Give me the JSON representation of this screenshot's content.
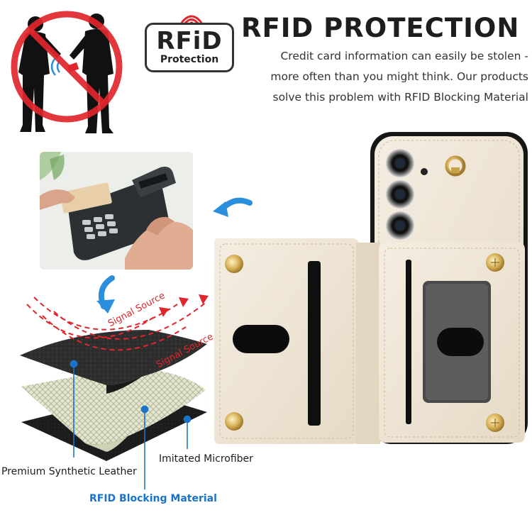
{
  "header": {
    "title": "RFID PROTECTION",
    "description_lines": [
      "Credit card information can easily be stolen -",
      "more often than you might think. Our products",
      "solve this problem with RFID Blocking Material"
    ]
  },
  "logo": {
    "word": "RFiD",
    "subtitle": "Protection"
  },
  "diagram": {
    "signal_labels": [
      "Signal Source",
      "Signal Source"
    ],
    "layers": {
      "top": "Premium Synthetic Leather",
      "middle": "RFID Blocking Material",
      "bottom": "Imitated Microfiber"
    }
  },
  "colors": {
    "accent_red": "#e0262d",
    "label_blue": "#1a73c9",
    "arrow_blue": "#2a8fdc",
    "case_cream": "#efe6d6"
  }
}
